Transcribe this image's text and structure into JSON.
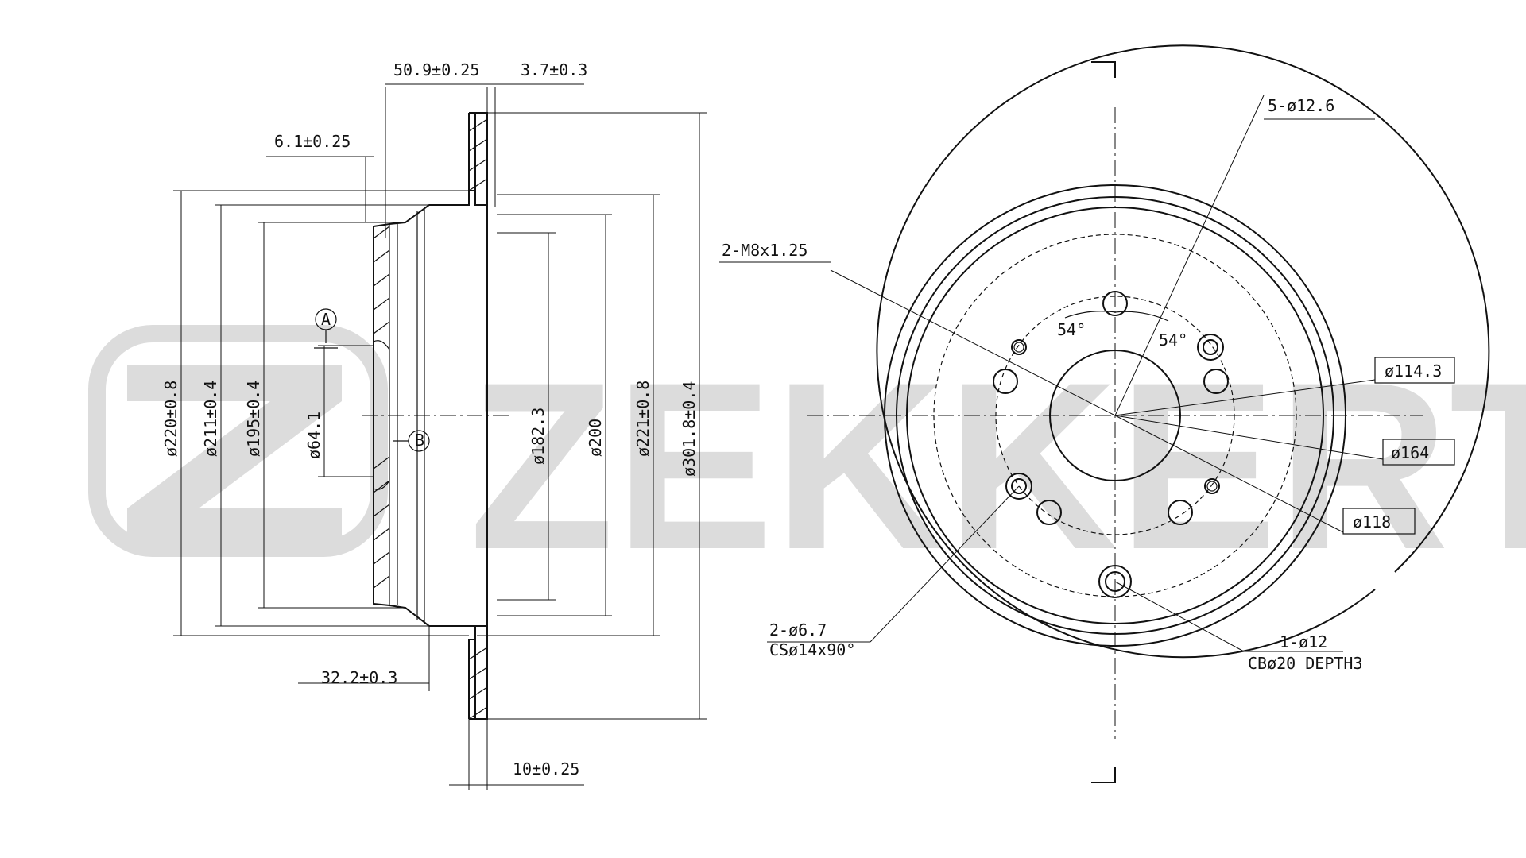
{
  "watermark": "ZEKKERT",
  "side_view_dims": {
    "d_total_width": "50.9±0.25",
    "d_hub_thk": "3.7±0.3",
    "d_6_1": "6.1±0.25",
    "d_220": "ø220±0.8",
    "d_211": "ø211±0.4",
    "d_195": "ø195±0.4",
    "d_64": "ø64.1",
    "d_182": "ø182.3",
    "d_200": "ø200",
    "d_221": "ø221±0.8",
    "d_301": "ø301.8±0.4",
    "d_32": "32.2±0.3",
    "d_10": "10±0.25",
    "tag_a": "A",
    "tag_b": "B"
  },
  "front_view_dims": {
    "holes_5": "5-ø12.6",
    "thread": "2-M8x1.25",
    "angle_1": "54°",
    "angle_2": "54°",
    "pcd": "ø114.3",
    "d_164": "ø164",
    "d_118": "ø118",
    "cs_holes": "2-ø6.7",
    "cs_spec": "CSø14x90°",
    "cb_hole": "1-ø12",
    "cb_spec": "CBø20 DEPTH3"
  }
}
